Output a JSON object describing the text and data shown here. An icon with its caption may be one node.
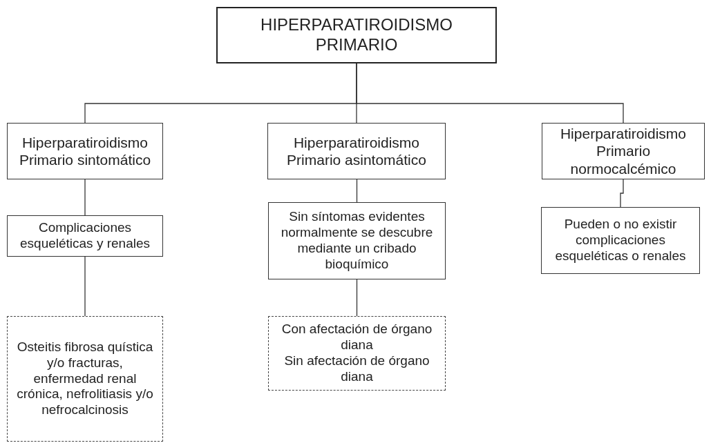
{
  "diagram": {
    "nodes": [
      {
        "text": [
          "HIPERPARATIROIDISMO PRIMARIO"
        ]
      },
      {
        "text": [
          "Hiperparatiroidismo Primario sintomático"
        ]
      },
      {
        "text": [
          "Hiperparatiroidismo Primario asintomático"
        ]
      },
      {
        "text": [
          "Hiperparatiroidismo Primario normocalcémico"
        ]
      },
      {
        "text": [
          "Complicaciones esqueléticas y renales"
        ]
      },
      {
        "text": [
          "Sin síntomas evidentes normalmente se descubre mediante un cribado bioquímico"
        ]
      },
      {
        "text": [
          "Pueden o no existir complicaciones esqueléticas o renales"
        ]
      },
      {
        "text": [
          "Osteitis fibrosa quística y/o fracturas, enfermedad renal crónica, nefrolitiasis y/o nefrocalcinosis"
        ]
      },
      {
        "text": [
          "Con afectación de órgano diana",
          "Sin afectación de órgano diana"
        ]
      }
    ],
    "edges": [
      {
        "from": 0,
        "to": 1,
        "arrow": "none"
      },
      {
        "from": 0,
        "to": 2,
        "arrow": "none"
      },
      {
        "from": 0,
        "to": 3,
        "arrow": "none"
      },
      {
        "from": 1,
        "to": 4,
        "arrow": "none"
      },
      {
        "from": 2,
        "to": 5,
        "arrow": "none"
      },
      {
        "from": 3,
        "to": 6,
        "arrow": "none"
      },
      {
        "from": 4,
        "to": 7,
        "arrow": "none"
      },
      {
        "from": 5,
        "to": 8,
        "arrow": "none"
      }
    ]
  }
}
